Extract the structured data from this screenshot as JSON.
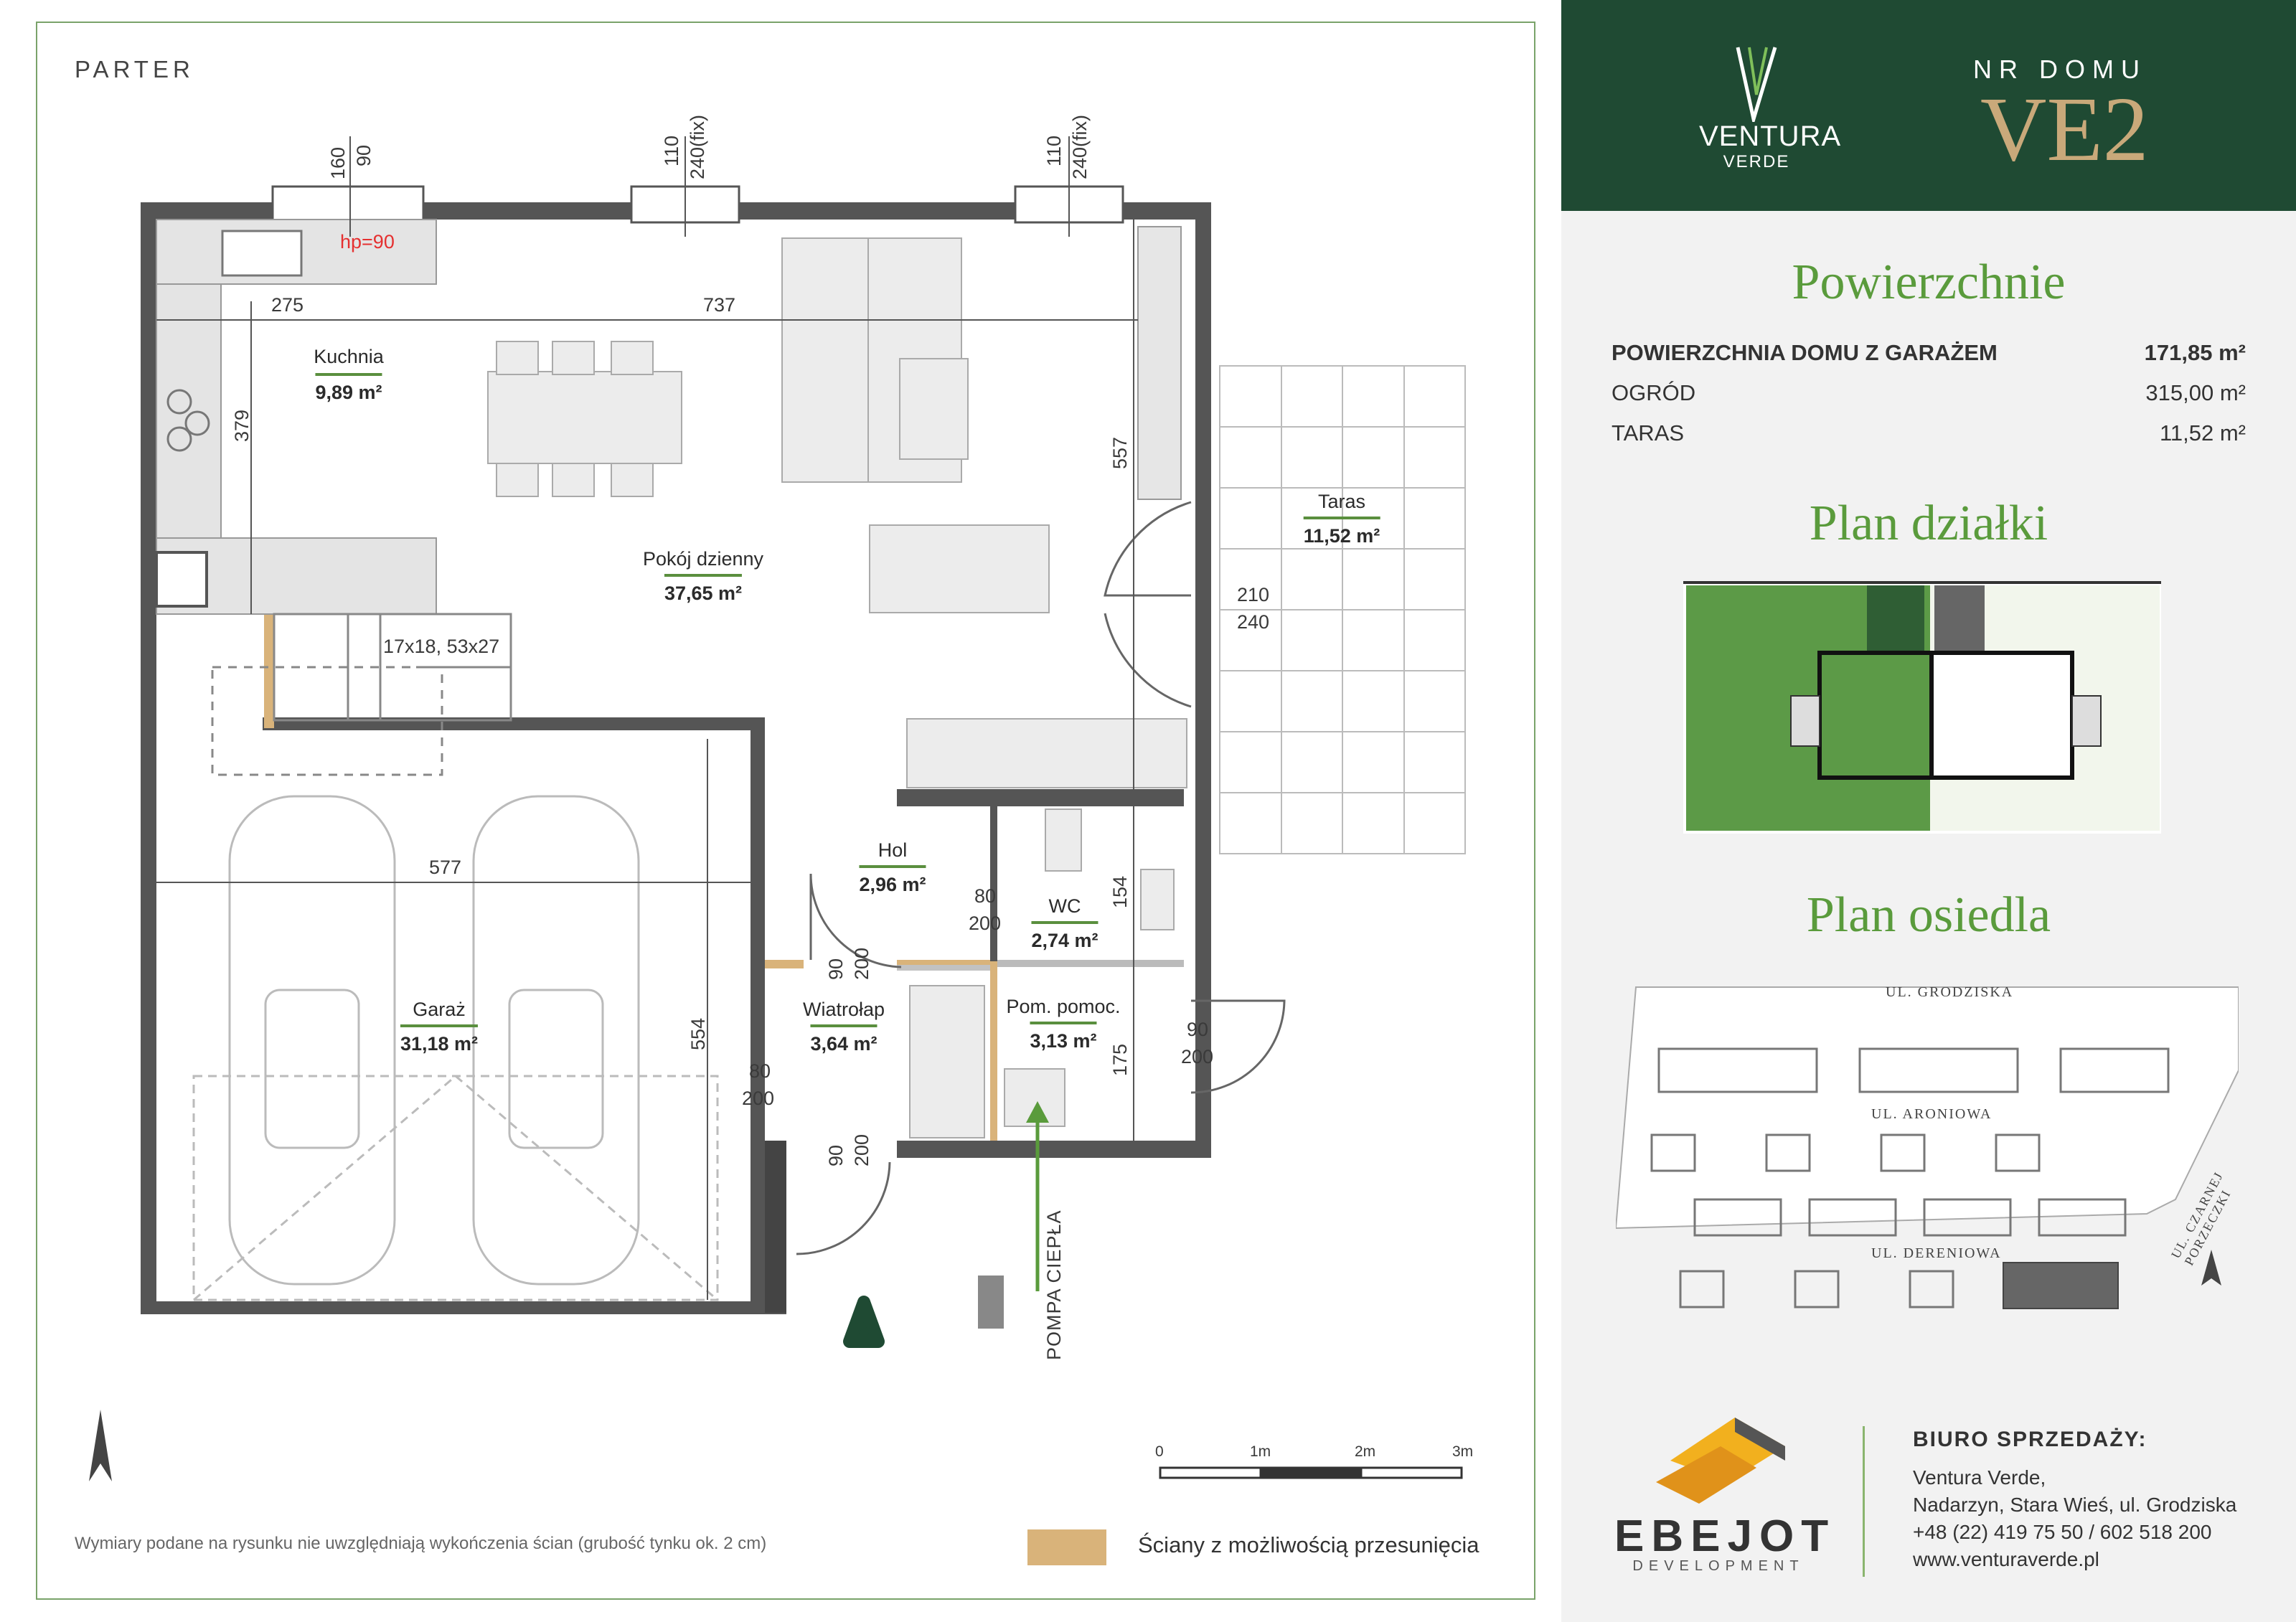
{
  "plan": {
    "floor": "PARTER",
    "note": "Wymiary podane na rysunku nie uwzględniają wykończenia ścian (grubość tynku ok. 2 cm)",
    "legend": "Ściany z możliwością przesunięcia",
    "legend_color": "#d9b37a",
    "scale": [
      "0",
      "1m",
      "2m",
      "3m"
    ],
    "rooms": {
      "kuchnia": {
        "name": "Kuchnia",
        "area": "9,89 m²"
      },
      "pokoj": {
        "name": "Pokój dzienny",
        "area": "37,65 m²"
      },
      "taras": {
        "name": "Taras",
        "area": "11,52 m²"
      },
      "hol": {
        "name": "Hol",
        "area": "2,96 m²"
      },
      "wc": {
        "name": "WC",
        "area": "2,74 m²"
      },
      "garaz": {
        "name": "Garaż",
        "area": "31,18 m²"
      },
      "wiatrolap": {
        "name": "Wiatrołap",
        "area": "3,64 m²"
      },
      "pom": {
        "name": "Pom. pomoc.",
        "area": "3,13 m²"
      }
    },
    "dims": {
      "d160": "160",
      "d90a": "90",
      "d110a": "110",
      "d240fixa": "240(fix)",
      "d110b": "110",
      "d240fixb": "240(fix)",
      "hp": "hp=90",
      "d275": "275",
      "d737": "737",
      "d379": "379",
      "d557": "557",
      "d210": "210",
      "d240": "240",
      "stairs": "17x18, 53x27",
      "d577": "577",
      "d554": "554",
      "d80a": "80",
      "d200a": "200",
      "d154": "154",
      "d90b": "90",
      "d200b": "200",
      "d90c": "90",
      "d200c": "200",
      "d175": "175",
      "d80b": "80",
      "d200d": "200",
      "d90d": "90",
      "d200e": "200",
      "pompa": "POMPA CIEPŁA"
    }
  },
  "brand": {
    "name": "VENTURA",
    "sub": "VERDE"
  },
  "house": {
    "label": "NR DOMU",
    "number": "VE2"
  },
  "sections": {
    "areas": "Powierzchnie",
    "plot": "Plan działki",
    "estate": "Plan osiedla"
  },
  "areas": [
    {
      "label": "POWIERZCHNIA DOMU Z GARAŻEM",
      "value": "171,85 m²",
      "bold": true
    },
    {
      "label": "OGRÓD",
      "value": "315,00 m²",
      "bold": false
    },
    {
      "label": "TARAS",
      "value": "11,52 m²",
      "bold": false
    }
  ],
  "estate_streets": {
    "s1": "UL. GRODZISKA",
    "s2": "UL. ARONIOWA",
    "s3": "UL. DERENIOWA",
    "s4": "UL. CZARNEJ PORZECZKI"
  },
  "developer": {
    "name": "EBEJOT",
    "sub": "DEVELOPMENT"
  },
  "sales": {
    "title": "BIURO SPRZEDAŻY:",
    "line1": "Ventura Verde,",
    "line2": "Nadarzyn, Stara Wieś, ul. Grodziska",
    "line3": "+48 (22) 419 75 50 / 602 518 200",
    "line4": "www.venturaverde.pl"
  },
  "colors": {
    "header": "#1f4a33",
    "accent": "#5a9b3c",
    "gold": "#c9a97a"
  }
}
